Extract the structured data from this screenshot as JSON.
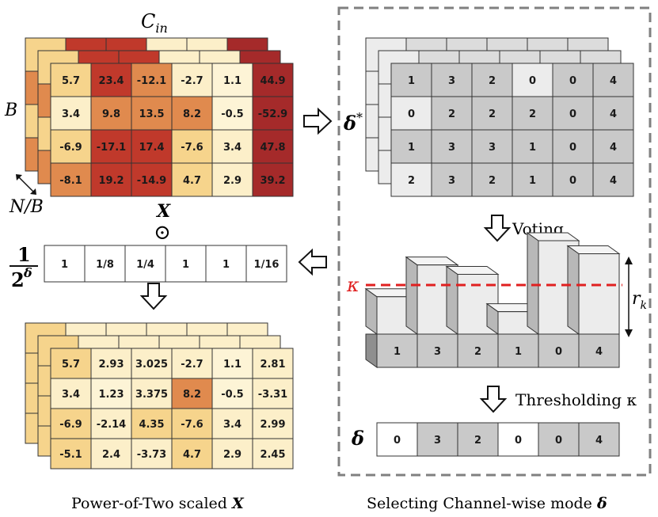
{
  "left_panel": {
    "top_matrix": {
      "label_cols": "C",
      "label_cols_sub": "in",
      "label_rows": "B",
      "label_depth": "N/B",
      "values": [
        [
          "5.7",
          "23.4",
          "-12.1",
          "-2.7",
          "1.1",
          "44.9"
        ],
        [
          "3.4",
          "9.8",
          "13.5",
          "8.2",
          "-0.5",
          "-52.9"
        ],
        [
          "-6.9",
          "-17.1",
          "17.4",
          "-7.6",
          "3.4",
          "47.8"
        ],
        [
          "-8.1",
          "19.2",
          "-14.9",
          "4.7",
          "2.9",
          "39.2"
        ]
      ],
      "colors": [
        [
          "#f6d48c",
          "#c0392b",
          "#e08a4e",
          "#fcefc9",
          "#fdf4d6",
          "#a52a2a"
        ],
        [
          "#fcefc9",
          "#e08a4e",
          "#e08a4e",
          "#e08a4e",
          "#fdf4d6",
          "#a52a2a"
        ],
        [
          "#f6d48c",
          "#c0392b",
          "#c0392b",
          "#f6d48c",
          "#fcefc9",
          "#a52a2a"
        ],
        [
          "#e08a4e",
          "#c0392b",
          "#c0392b",
          "#f6d48c",
          "#fcefc9",
          "#a52a2a"
        ]
      ],
      "back_top_colors": [
        "#e08a4e",
        "#c0392b",
        "#c0392b",
        "#fcefc9",
        "#fcefc9",
        "#a52a2a"
      ],
      "back_left_colors": [
        "#f6d48c",
        "#e08a4e",
        "#f6d48c",
        "#e08a4e"
      ]
    },
    "operator_label": "X",
    "operator_symbol": "⊙",
    "scale_label_numerator": "1",
    "scale_label_base": "2",
    "scale_label_exp": "δ",
    "scale_values": [
      "1",
      "1/8",
      "1/4",
      "1",
      "1",
      "1/16"
    ],
    "bottom_matrix": {
      "values": [
        [
          "5.7",
          "2.93",
          "3.025",
          "-2.7",
          "1.1",
          "2.81"
        ],
        [
          "3.4",
          "1.23",
          "3.375",
          "8.2",
          "-0.5",
          "-3.31"
        ],
        [
          "-6.9",
          "-2.14",
          "4.35",
          "-7.6",
          "3.4",
          "2.99"
        ],
        [
          "-5.1",
          "2.4",
          "-3.73",
          "4.7",
          "2.9",
          "2.45"
        ]
      ],
      "colors": [
        [
          "#f6d48c",
          "#fcefc9",
          "#fcefc9",
          "#fcefc9",
          "#fdf4d6",
          "#fcefc9"
        ],
        [
          "#fcefc9",
          "#fdf4d6",
          "#fcefc9",
          "#e08a4e",
          "#fdf4d6",
          "#fcefc9"
        ],
        [
          "#f6d48c",
          "#fcefc9",
          "#f6d48c",
          "#f6d48c",
          "#fcefc9",
          "#fcefc9"
        ],
        [
          "#f6d48c",
          "#fcefc9",
          "#fcefc9",
          "#f6d48c",
          "#fcefc9",
          "#fcefc9"
        ]
      ]
    },
    "caption": "Power-of-Two scaled",
    "caption_var": "X"
  },
  "right_panel": {
    "delta_star_label": "δ",
    "delta_star_sup": "*",
    "delta_star_values": [
      [
        "1",
        "3",
        "2",
        "0",
        "0",
        "4"
      ],
      [
        "0",
        "2",
        "2",
        "2",
        "0",
        "4"
      ],
      [
        "1",
        "3",
        "3",
        "1",
        "0",
        "4"
      ],
      [
        "2",
        "3",
        "2",
        "1",
        "0",
        "4"
      ]
    ],
    "delta_star_colors": [
      [
        "#c9c9c9",
        "#c9c9c9",
        "#c9c9c9",
        "#ececec",
        "#c9c9c9",
        "#c9c9c9"
      ],
      [
        "#ececec",
        "#c9c9c9",
        "#c9c9c9",
        "#c9c9c9",
        "#c9c9c9",
        "#c9c9c9"
      ],
      [
        "#c9c9c9",
        "#c9c9c9",
        "#c9c9c9",
        "#c9c9c9",
        "#c9c9c9",
        "#c9c9c9"
      ],
      [
        "#ececec",
        "#c9c9c9",
        "#c9c9c9",
        "#c9c9c9",
        "#c9c9c9",
        "#c9c9c9"
      ]
    ],
    "voting_label": "Voting",
    "histogram": {
      "bins": [
        "1",
        "3",
        "2",
        "1",
        "0",
        "4"
      ],
      "heights": [
        0.4,
        0.74,
        0.64,
        0.24,
        1.0,
        0.86
      ]
    },
    "kappa_label": "κ",
    "r_label": "r",
    "r_sub": "k",
    "threshold_label": "Thresholding κ",
    "delta_label": "δ",
    "delta_values": [
      "0",
      "3",
      "2",
      "0",
      "0",
      "4"
    ],
    "delta_colors": [
      "#ffffff",
      "#c9c9c9",
      "#c9c9c9",
      "#ffffff",
      "#c9c9c9",
      "#c9c9c9"
    ],
    "caption": "Selecting Channel-wise mode",
    "caption_var": "δ"
  },
  "colors": {
    "red_dashed": "#e02020",
    "border_dashed": "#808080",
    "grid_stroke": "#333333"
  }
}
